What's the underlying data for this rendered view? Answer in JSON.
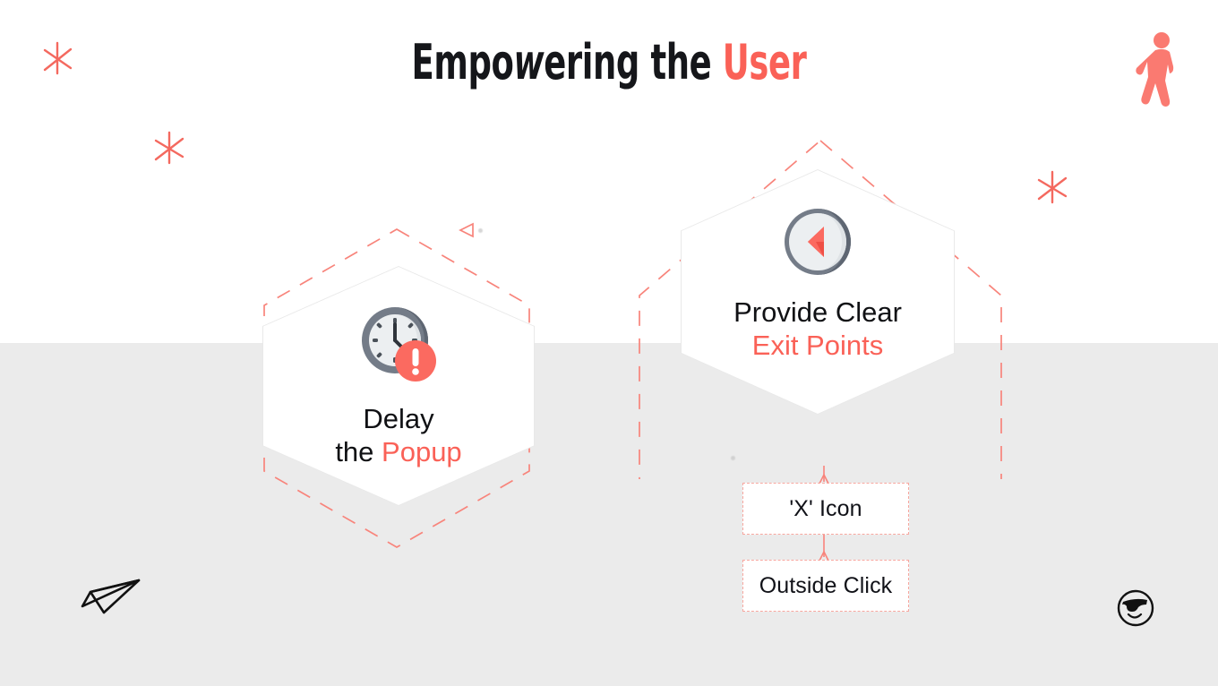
{
  "slide": {
    "title_part1": "Empo",
    "title_italic": "w",
    "title_part2": "ering the ",
    "title_accent": "User",
    "background_top_color": "#ffffff",
    "background_bottom_color": "#ebebeb",
    "accent_color": "#fa6157",
    "dashed_color": "#f8847b"
  },
  "cards": [
    {
      "id": "delay-popup",
      "icon": "clock-alert-icon",
      "line1": "Delay",
      "line2_plain": "the ",
      "line2_accent": "Popup"
    },
    {
      "id": "exit-points",
      "icon": "back-arrow-circle-icon",
      "line1": "Provide Clear",
      "line2_accent": "Exit Points"
    }
  ],
  "exit_options": [
    {
      "id": "x-icon-option",
      "label": "'X' Icon"
    },
    {
      "id": "outside-click-option",
      "label": "Outside Click"
    }
  ],
  "decorations": [
    {
      "id": "sparkle-top-left",
      "name": "sparkle-icon"
    },
    {
      "id": "sparkle-upper-left",
      "name": "sparkle-icon"
    },
    {
      "id": "sparkle-right",
      "name": "sparkle-icon"
    },
    {
      "id": "walking-person",
      "name": "walking-person-icon"
    },
    {
      "id": "paper-plane",
      "name": "paper-plane-icon"
    },
    {
      "id": "cool-face",
      "name": "sunglasses-smiley-icon"
    }
  ]
}
